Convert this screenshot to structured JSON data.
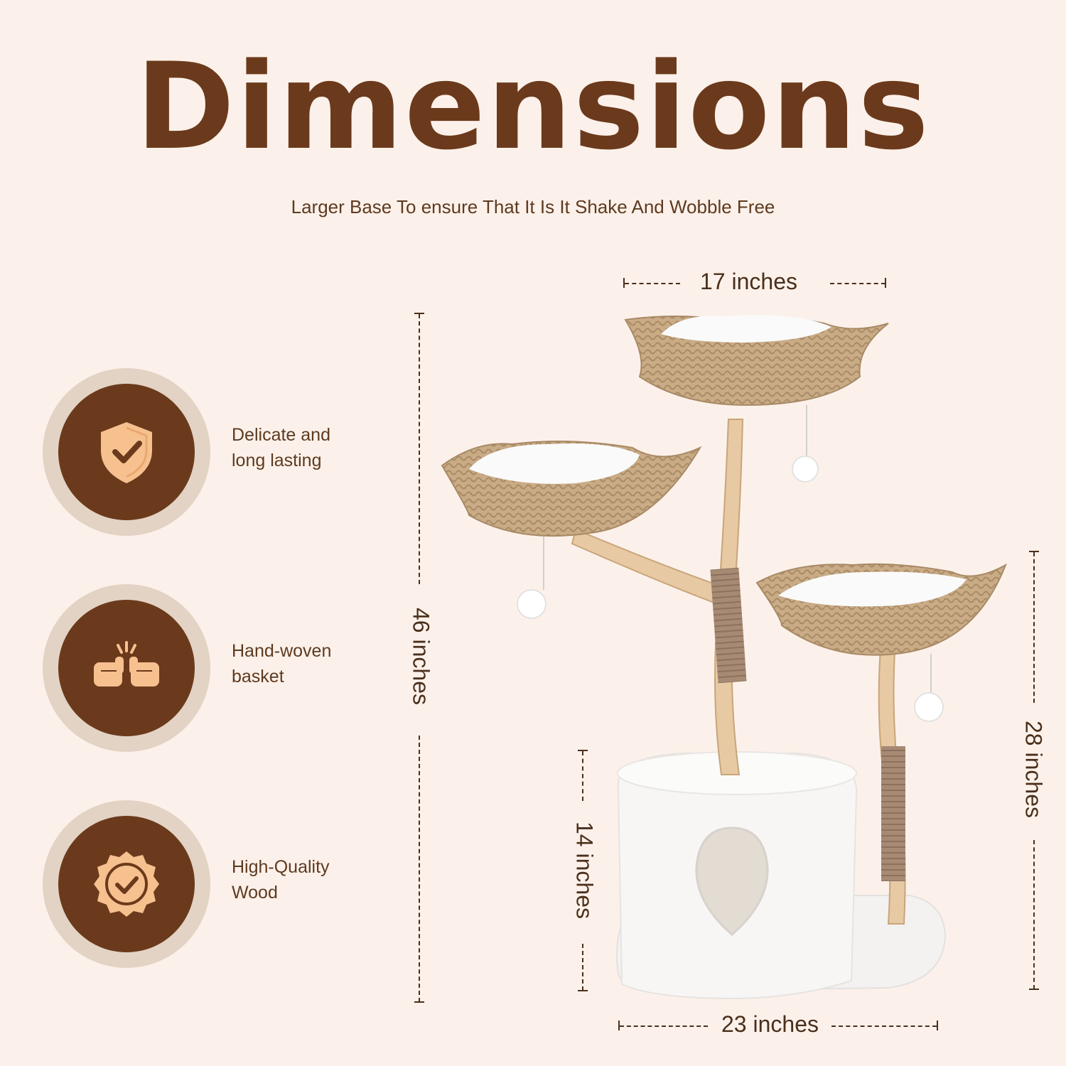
{
  "header": {
    "title": "Dimensions",
    "subtitle": "Larger Base To ensure That It Is It Shake And Wobble Free"
  },
  "features": [
    {
      "label": "Delicate and\nlong lasting",
      "icon": "shield-check-icon"
    },
    {
      "label": "Hand-woven\nbasket",
      "icon": "fist-bump-icon"
    },
    {
      "label": "High-Quality\nWood",
      "icon": "quality-badge-icon"
    }
  ],
  "dimensions": {
    "top_width": "17 inches",
    "total_height": "46 inches",
    "side_height": "28 inches",
    "base_height": "14 inches",
    "base_width": "23 inches"
  },
  "colors": {
    "background": "#fcf1ea",
    "brand_brown": "#6b3a1c",
    "icon_peach": "#f7c08f",
    "ring": "#e3d3c5",
    "wicker": "#c9ab85",
    "wood": "#e7c9a3",
    "plush": "#f7f6f5"
  }
}
